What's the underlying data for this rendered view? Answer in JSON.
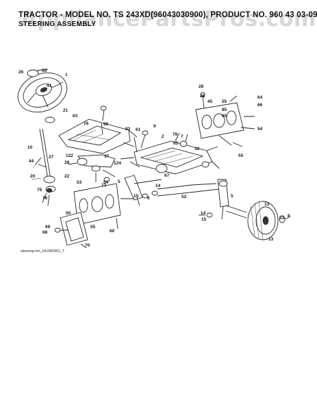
{
  "header": {
    "title": "TRACTOR - MODEL NO. TS 243XD(96043030900), PRODUCT NO. 960 43 03-09",
    "subtitle": "STEERING ASSEMBLY"
  },
  "watermark": {
    "text": "AppliancePartsPros.com"
  },
  "diagram_ref": "steering-txn_HUSBSR1_7",
  "callouts": {
    "c26a": "26",
    "c59": "59",
    "c1": "1",
    "c41": "41",
    "c21": "21",
    "c63": "63",
    "c16": "16",
    "c60": "60",
    "c83": "83",
    "c10": "10",
    "c44": "44",
    "c27": "27",
    "c28": "28",
    "c20": "20",
    "c22": "22",
    "c122": "122",
    "c37": "37",
    "c124": "124",
    "c54a": "54",
    "c53": "53",
    "c12": "12",
    "c61": "61",
    "c9": "9",
    "c2": "2",
    "c78": "78",
    "c65": "65",
    "c7": "7",
    "c28b": "28",
    "c26b": "26",
    "c45": "45",
    "c55a": "55",
    "c64": "64",
    "c66": "66",
    "c54b": "54",
    "c32": "32",
    "c85": "85",
    "c65b": "65",
    "c55b": "55",
    "c67": "67",
    "c5a": "5",
    "c14a": "14",
    "c15a": "15",
    "c6": "6",
    "c52": "52",
    "c5b": "5",
    "c76": "76",
    "c75": "75",
    "c69": "69",
    "c68": "68",
    "c50": "50",
    "c55c": "55",
    "c60b": "60",
    "c70": "70",
    "c14b": "14",
    "c15b": "15",
    "c13a": "13",
    "c53b": "53",
    "c8": "8",
    "c13b": "13"
  }
}
